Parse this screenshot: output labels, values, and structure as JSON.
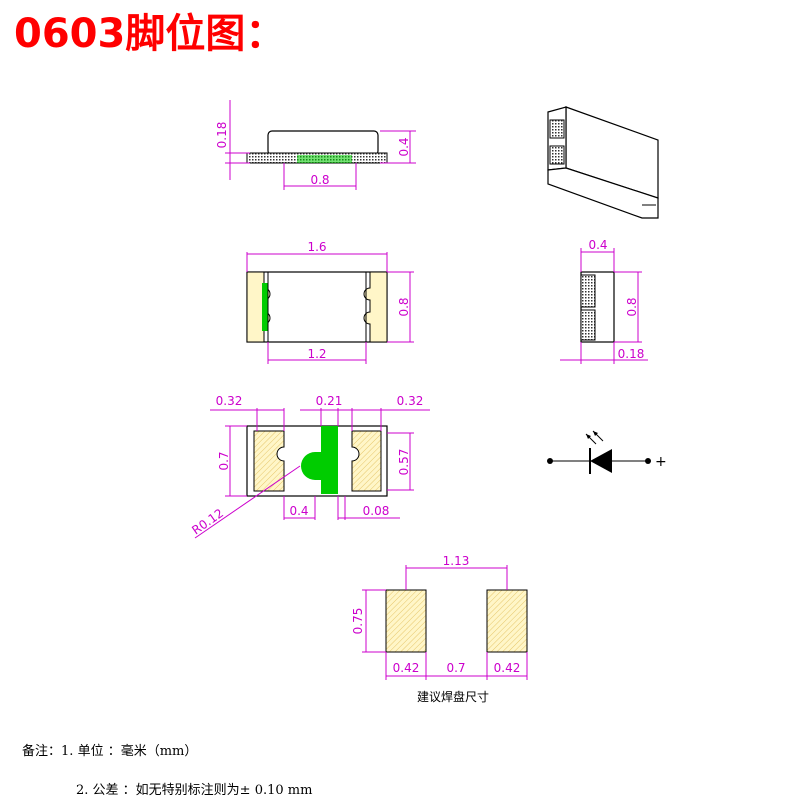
{
  "title": "0603脚位图：",
  "side_view": {
    "dim_height_top": "0.18",
    "dim_height": "0.4",
    "dim_width": "0.8"
  },
  "top_view": {
    "dim_length": "1.6",
    "dim_inner": "1.2",
    "dim_width": "0.8"
  },
  "end_view": {
    "dim_width": "0.4",
    "dim_height": "0.8",
    "dim_term": "0.18"
  },
  "bottom_view": {
    "dim_left_pad": "0.32",
    "dim_center": "0.21",
    "dim_right_pad": "0.32",
    "dim_height": "0.7",
    "dim_pad_height": "0.57",
    "dim_radius": "R0.12",
    "dim_gap": "0.4",
    "dim_right_gap": "0.08"
  },
  "land_pattern": {
    "dim_span": "1.13",
    "dim_pad_height": "0.75",
    "dim_pad_left": "0.42",
    "dim_gap": "0.7",
    "dim_pad_right": "0.42",
    "caption": "建议焊盘尺寸"
  },
  "symbol": {
    "polarity": "+"
  },
  "notes": {
    "label": "备注：",
    "note1_num": "1.",
    "note1_text": "单位 ：毫米（mm）",
    "note2_num": "2.",
    "note2_text": "公差 ：如无特别标注则为±  0.10 mm"
  },
  "colors": {
    "title": "#ff0000",
    "dimension": "#cc00cc",
    "pad": "#fff6c8",
    "cathode_mark": "#00cc00"
  }
}
